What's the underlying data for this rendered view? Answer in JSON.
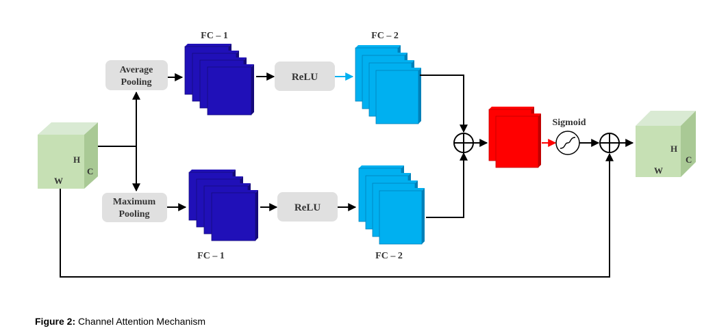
{
  "diagram": {
    "input_cube": {
      "h": "H",
      "c": "C",
      "w": "W"
    },
    "output_cube": {
      "h": "H",
      "c": "C",
      "w": "W"
    },
    "avg_pool": {
      "line1": "Average",
      "line2": "Pooling"
    },
    "max_pool": {
      "line1": "Maximum",
      "line2": "Pooling"
    },
    "relu_top": "ReLU",
    "relu_bottom": "ReLU",
    "fc1_top": "FC – 1",
    "fc2_top": "FC – 2",
    "fc1_bottom": "FC – 1",
    "fc2_bottom": "FC – 2",
    "sigmoid": "Sigmoid"
  },
  "caption": {
    "label": "Figure 2:",
    "text": "Channel Attention Mechanism"
  },
  "colors": {
    "cube_front": "#c6e0b4",
    "cube_top": "#d9ead3",
    "cube_side": "#a9c995",
    "fc1_front": "#2010b8",
    "fc1_side": "#150a7a",
    "fc2_front": "#00b0f0",
    "fc2_side": "#0080b8",
    "attention_front": "#ff0000",
    "attention_side": "#c00000",
    "pool_box": "#e0e0e0",
    "arrow_cyan": "#00b0f0",
    "arrow_red": "#ff0000"
  }
}
